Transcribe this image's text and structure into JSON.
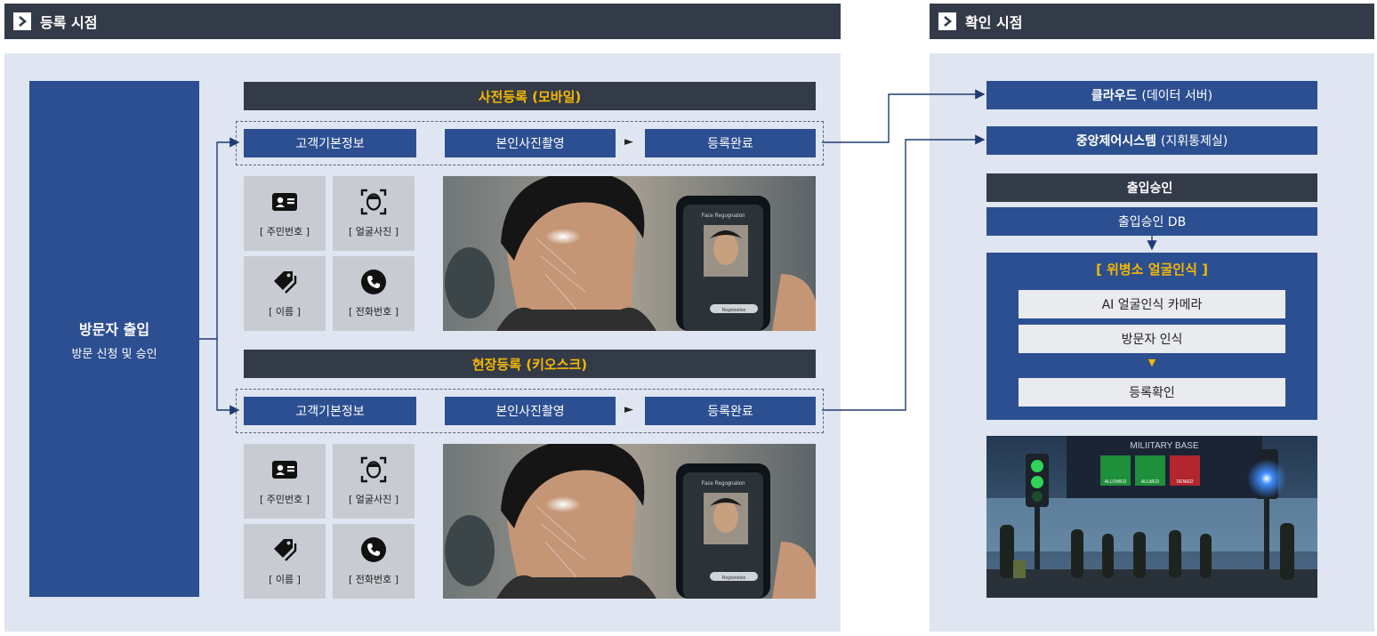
{
  "headers": {
    "registration": "등록 시점",
    "verification": "확인 시점"
  },
  "visitor": {
    "title": "방문자 출입",
    "subtitle": "방문 신청 및 승인"
  },
  "mobile": {
    "title": "사전등록 (모바일)",
    "steps": [
      "고객기본정보",
      "본인사진촬영",
      "등록완료"
    ],
    "arrow": "►",
    "tiles": [
      {
        "label": "[ 주민번호 ]",
        "icon": "id-card-icon"
      },
      {
        "label": "[ 얼굴사진 ]",
        "icon": "face-scan-icon"
      },
      {
        "label": "[ 이름 ]",
        "icon": "tag-icon"
      },
      {
        "label": "[ 전화번호 ]",
        "icon": "phone-icon"
      }
    ],
    "photo_text": {
      "screen_title": "Face Regognation",
      "button": "Registration"
    }
  },
  "kiosk": {
    "title": "현장등록 (키오스크)",
    "steps": [
      "고객기본정보",
      "본인사진촬영",
      "등록완료"
    ],
    "arrow": "►",
    "tiles": [
      {
        "label": "[ 주민번호 ]",
        "icon": "id-card-icon"
      },
      {
        "label": "[ 얼굴사진 ]",
        "icon": "face-scan-icon"
      },
      {
        "label": "[ 이름 ]",
        "icon": "tag-icon"
      },
      {
        "label": "[ 전화번호 ]",
        "icon": "phone-icon"
      }
    ],
    "photo_text": {
      "screen_title": "Face Regognation",
      "button": "Registration"
    }
  },
  "right": {
    "cloud_bold": "클라우드",
    "cloud_rest": "(데이터 서버)",
    "central_bold": "중앙제어시스템",
    "central_rest": "(지휘통제실)",
    "approval": "출입승인",
    "approval_db": "출입승인 DB",
    "face_title": "[ 위병소 얼굴인식 ]",
    "face_items": [
      "AI 얼굴인식 카메라",
      "방문자 인식",
      "등록확인"
    ],
    "face_arrow": "▼",
    "military_photo": {
      "sign": "MILIITARY BASE",
      "labels": [
        "ALLOWED",
        "ALLWED",
        "DENIED"
      ]
    }
  },
  "colors": {
    "header_bg": "#333a48",
    "panel_bg": "#dfe5f1",
    "primary_blue": "#2c4f91",
    "accent_yellow": "#f5b800",
    "connector": "#1f3a73"
  }
}
